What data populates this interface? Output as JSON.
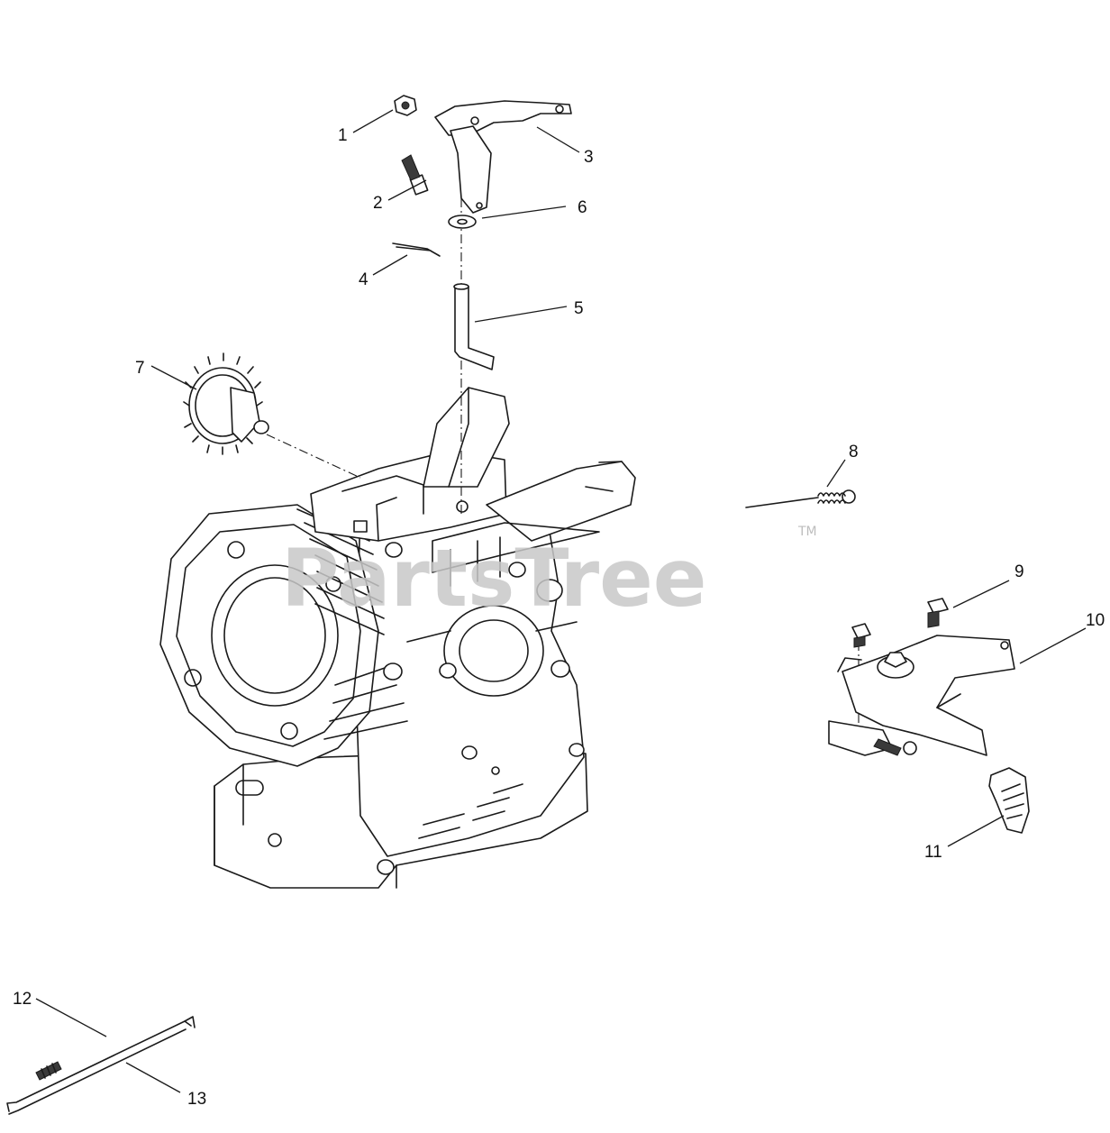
{
  "watermark": {
    "text": "PartsTree",
    "trademark": "TM"
  },
  "callouts": [
    "1",
    "2",
    "3",
    "4",
    "5",
    "6",
    "7",
    "8",
    "9",
    "10",
    "11",
    "12",
    "13"
  ]
}
